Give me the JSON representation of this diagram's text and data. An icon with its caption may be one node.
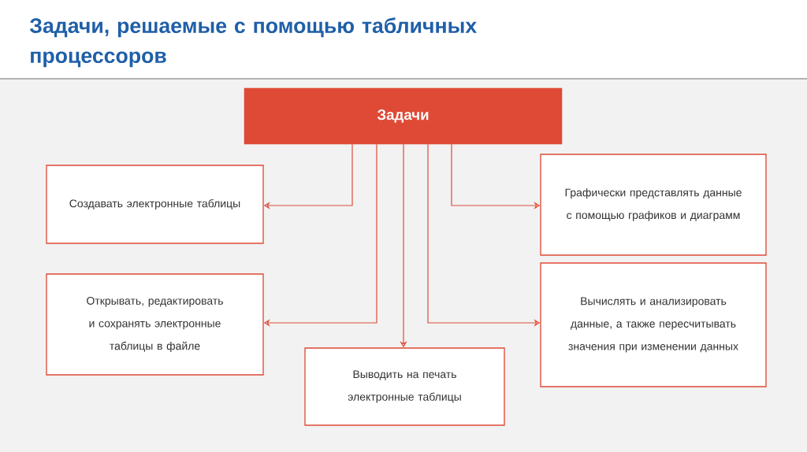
{
  "diagram": {
    "title": "Задачи, решаемые с помощью табличных процессоров",
    "nodes": [
      {
        "text": [
          "Задачи"
        ]
      },
      {
        "text": [
          "Создавать электронные таблицы"
        ]
      },
      {
        "text": [
          "Открывать, редактировать и сохранять электронные таблицы в файле"
        ]
      },
      {
        "text": [
          "Выводить на печать электронные таблицы"
        ]
      },
      {
        "text": [
          "Графически представлять данные с помощью графиков и диаграмм"
        ]
      },
      {
        "text": [
          "Вычислять и анализировать данные, а также пересчитывать значения при изменении данных"
        ]
      }
    ],
    "edges": [
      {
        "from": 0,
        "to": 1,
        "arrow": "to"
      },
      {
        "from": 0,
        "to": 2,
        "arrow": "to"
      },
      {
        "from": 0,
        "to": 3,
        "arrow": "to"
      },
      {
        "from": 0,
        "to": 5,
        "arrow": "to"
      },
      {
        "from": 0,
        "to": 4,
        "arrow": "to"
      }
    ]
  }
}
